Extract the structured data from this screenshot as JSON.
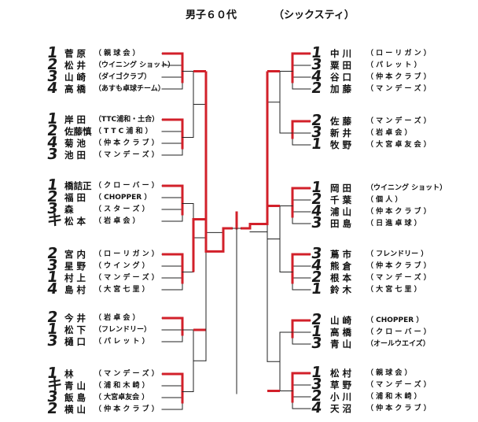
{
  "title": "男子６０代",
  "subtitle": "（シックスティ）",
  "left_groups": [
    {
      "rank_marks": [
        "1",
        "2",
        "3",
        "4"
      ],
      "players": [
        {
          "name": "菅 原",
          "club": "（ 親 球 会 ）"
        },
        {
          "name": "松 井",
          "club": "（ウイニング ショット）"
        },
        {
          "name": "山 崎",
          "club": "（ダイゴクラブ）"
        },
        {
          "name": "高 橋",
          "club": "（あすも卓球チーム）"
        }
      ]
    },
    {
      "rank_marks": [
        "1",
        "2",
        "4",
        "3"
      ],
      "players": [
        {
          "name": "岸 田",
          "club": "（TTC浦和・土合）"
        },
        {
          "name": "佐藤慎",
          "club": "（ T T C 浦 和 ）"
        },
        {
          "name": "菊 池",
          "club": "（ 仲 本 ク ラ ブ ）"
        },
        {
          "name": "池 田",
          "club": "（ マ ン デ ー ズ ）"
        }
      ]
    },
    {
      "rank_marks": [
        "1",
        "2",
        "3",
        "キ"
      ],
      "players": [
        {
          "name": "橋詰正",
          "club": "（ ク ロ ー バ ー ）"
        },
        {
          "name": "福 田",
          "club": "（  CHOPPER  ）"
        },
        {
          "name": "森",
          "club": "（ ス タ ー ズ ）"
        },
        {
          "name": "松 本",
          "club": "（ 岩  卓  会 ）"
        }
      ]
    },
    {
      "rank_marks": [
        "2",
        "3",
        "1",
        "4"
      ],
      "players": [
        {
          "name": "宮 内",
          "club": "（ ロ ー リ ガ ン ）"
        },
        {
          "name": "星 野",
          "club": "（ ウ イ ン グ ）"
        },
        {
          "name": "村 上",
          "club": "（ マ ン デ ー ズ ）"
        },
        {
          "name": "島 村",
          "club": "（ 大 宮 七 里 ）"
        }
      ]
    },
    {
      "rank_marks": [
        "2",
        "1",
        "3"
      ],
      "players": [
        {
          "name": "今 井",
          "club": "（  岩  卓  会  ）"
        },
        {
          "name": "松 下",
          "club": "（フレンドリー）"
        },
        {
          "name": "樋 口",
          "club": "（ パ レ ッ ト ）"
        }
      ]
    },
    {
      "rank_marks": [
        "1",
        "キ",
        "3",
        "2"
      ],
      "players": [
        {
          "name": "林",
          "club": "（ マ ン デ ー ズ ）"
        },
        {
          "name": "青 山",
          "club": "（ 浦 和 木 崎 ）"
        },
        {
          "name": "飯 島",
          "club": "（ 大宮卓友会 ）"
        },
        {
          "name": "横 山",
          "club": "（ 仲 本 ク ラ ブ ）"
        }
      ]
    }
  ],
  "right_groups": [
    {
      "rank_marks": [
        "1",
        "3",
        "4",
        "2"
      ],
      "players": [
        {
          "name": "中 川",
          "club": "（ ロ ー リ ガ ン ）"
        },
        {
          "name": "粟 田",
          "club": "（ パ レ ッ ト ）"
        },
        {
          "name": "谷 口",
          "club": "（ 仲 本 ク ラ ブ ）"
        },
        {
          "name": "加 藤",
          "club": "（ マ ン デ ー ズ ）"
        }
      ]
    },
    {
      "rank_marks": [
        "2",
        "3",
        "1"
      ],
      "players": [
        {
          "name": "佐 藤",
          "club": "（ マ ン デ ー ズ ）"
        },
        {
          "name": "新 井",
          "club": "（  岩  卓  会  ）"
        },
        {
          "name": "牧 野",
          "club": "（ 大 宮 卓 友 会 ）"
        }
      ]
    },
    {
      "rank_marks": [
        "1",
        "2",
        "4",
        "3"
      ],
      "players": [
        {
          "name": "岡 田",
          "club": "（ウイニング ショット）"
        },
        {
          "name": "千 葉",
          "club": "（   個   人   ）"
        },
        {
          "name": "浦 山",
          "club": "（ 仲 本 ク ラ ブ ）"
        },
        {
          "name": "田 島",
          "club": "（ 日 進 卓 球 ）"
        }
      ]
    },
    {
      "rank_marks": [
        "3",
        "4",
        "2",
        "1"
      ],
      "players": [
        {
          "name": "蔦 市",
          "club": "（ フレンドリー ）"
        },
        {
          "name": "熊 倉",
          "club": "（ 仲 本 ク ラ ブ ）"
        },
        {
          "name": "根 本",
          "club": "（ マ ン デ ー ズ ）"
        },
        {
          "name": "鈴 木",
          "club": "（ 大 宮 七 里 ）"
        }
      ]
    },
    {
      "rank_marks": [
        "2",
        "1",
        "3"
      ],
      "players": [
        {
          "name": "山 崎",
          "club": "（  CHOPPER  ）"
        },
        {
          "name": "高 橋",
          "club": "（ ク ロ ー バ ー ）"
        },
        {
          "name": "青 山",
          "club": "（オールウエイズ）"
        }
      ]
    },
    {
      "rank_marks": [
        "1",
        "3",
        "2",
        "4"
      ],
      "players": [
        {
          "name": "松 村",
          "club": "（ 親 球 会 ）"
        },
        {
          "name": "草 野",
          "club": "（ マ ン デ ー ズ ）"
        },
        {
          "name": "小 川",
          "club": "（ 浦 和 木 崎 ）"
        },
        {
          "name": "天 沼",
          "club": "（ 仲 本 ク ラ ブ ）"
        }
      ]
    }
  ],
  "colors": {
    "text": "#111111",
    "bracket_line": "#222222",
    "winner_line": "#d2202a",
    "background": "#ffffff"
  }
}
